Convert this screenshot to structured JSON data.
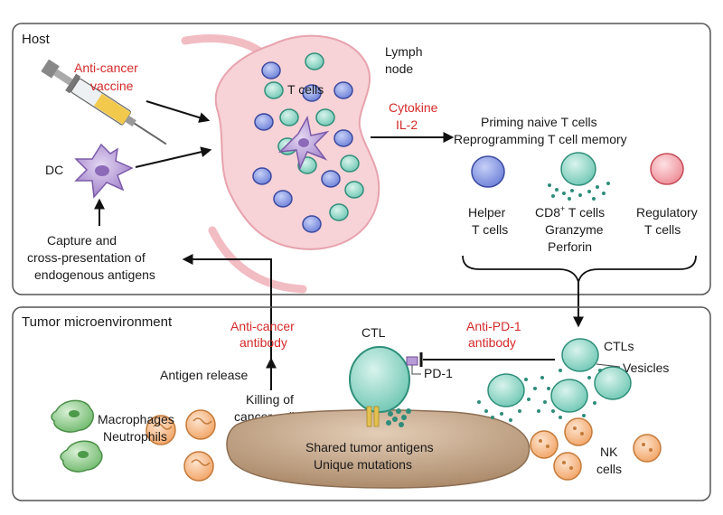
{
  "panels": {
    "host": "Host",
    "tumor": "Tumor microenvironment"
  },
  "host": {
    "vaccine": [
      "Anti-cancer",
      "vaccine"
    ],
    "dc": "DC",
    "t_cells": "T cells",
    "lymph_node": [
      "Lymph",
      "node"
    ],
    "cytokine": [
      "Cytokine",
      "IL-2"
    ],
    "priming": [
      "Priming naive T cells",
      "Reprogramming T cell memory"
    ],
    "helper": [
      "Helper",
      "T cells"
    ],
    "cd8_main": "CD8",
    "cd8_sup": "+",
    "cd8_rest": " T cells",
    "cd8_lines": [
      "Granzyme",
      "Perforin"
    ],
    "regulatory": [
      "Regulatory",
      "T cells"
    ],
    "capture": [
      "Capture and",
      "cross-presentation of",
      "endogenous antigens"
    ]
  },
  "tumor": {
    "antibody": [
      "Anti-cancer",
      "antibody"
    ],
    "antigen_release": "Antigen release",
    "killing": [
      "Killing of",
      "cancer cells"
    ],
    "ctl": "CTL",
    "pd1": "PD-1",
    "anti_pd1": [
      "Anti-PD-1",
      "antibody"
    ],
    "ctls": "CTLs",
    "vesicles": "Vesicles",
    "macrophages": [
      "Macrophages",
      "Neutrophils"
    ],
    "shared": [
      "Shared tumor antigens",
      "Unique mutations"
    ],
    "nk": [
      "NK",
      "cells"
    ]
  },
  "colors": {
    "accent_red": "#d42a2a",
    "lymph_node": "#f6cfd4",
    "t_cell_blue": "#7d8fe0",
    "t_cell_teal": "#8fd6c7",
    "dc_purple": "#b89ad6",
    "regulatory_pink": "#f3a1a9",
    "nk_orange": "#f6b27a",
    "macrophage_green": "#8cc98a",
    "tumor_brown": "#c7a98a"
  }
}
